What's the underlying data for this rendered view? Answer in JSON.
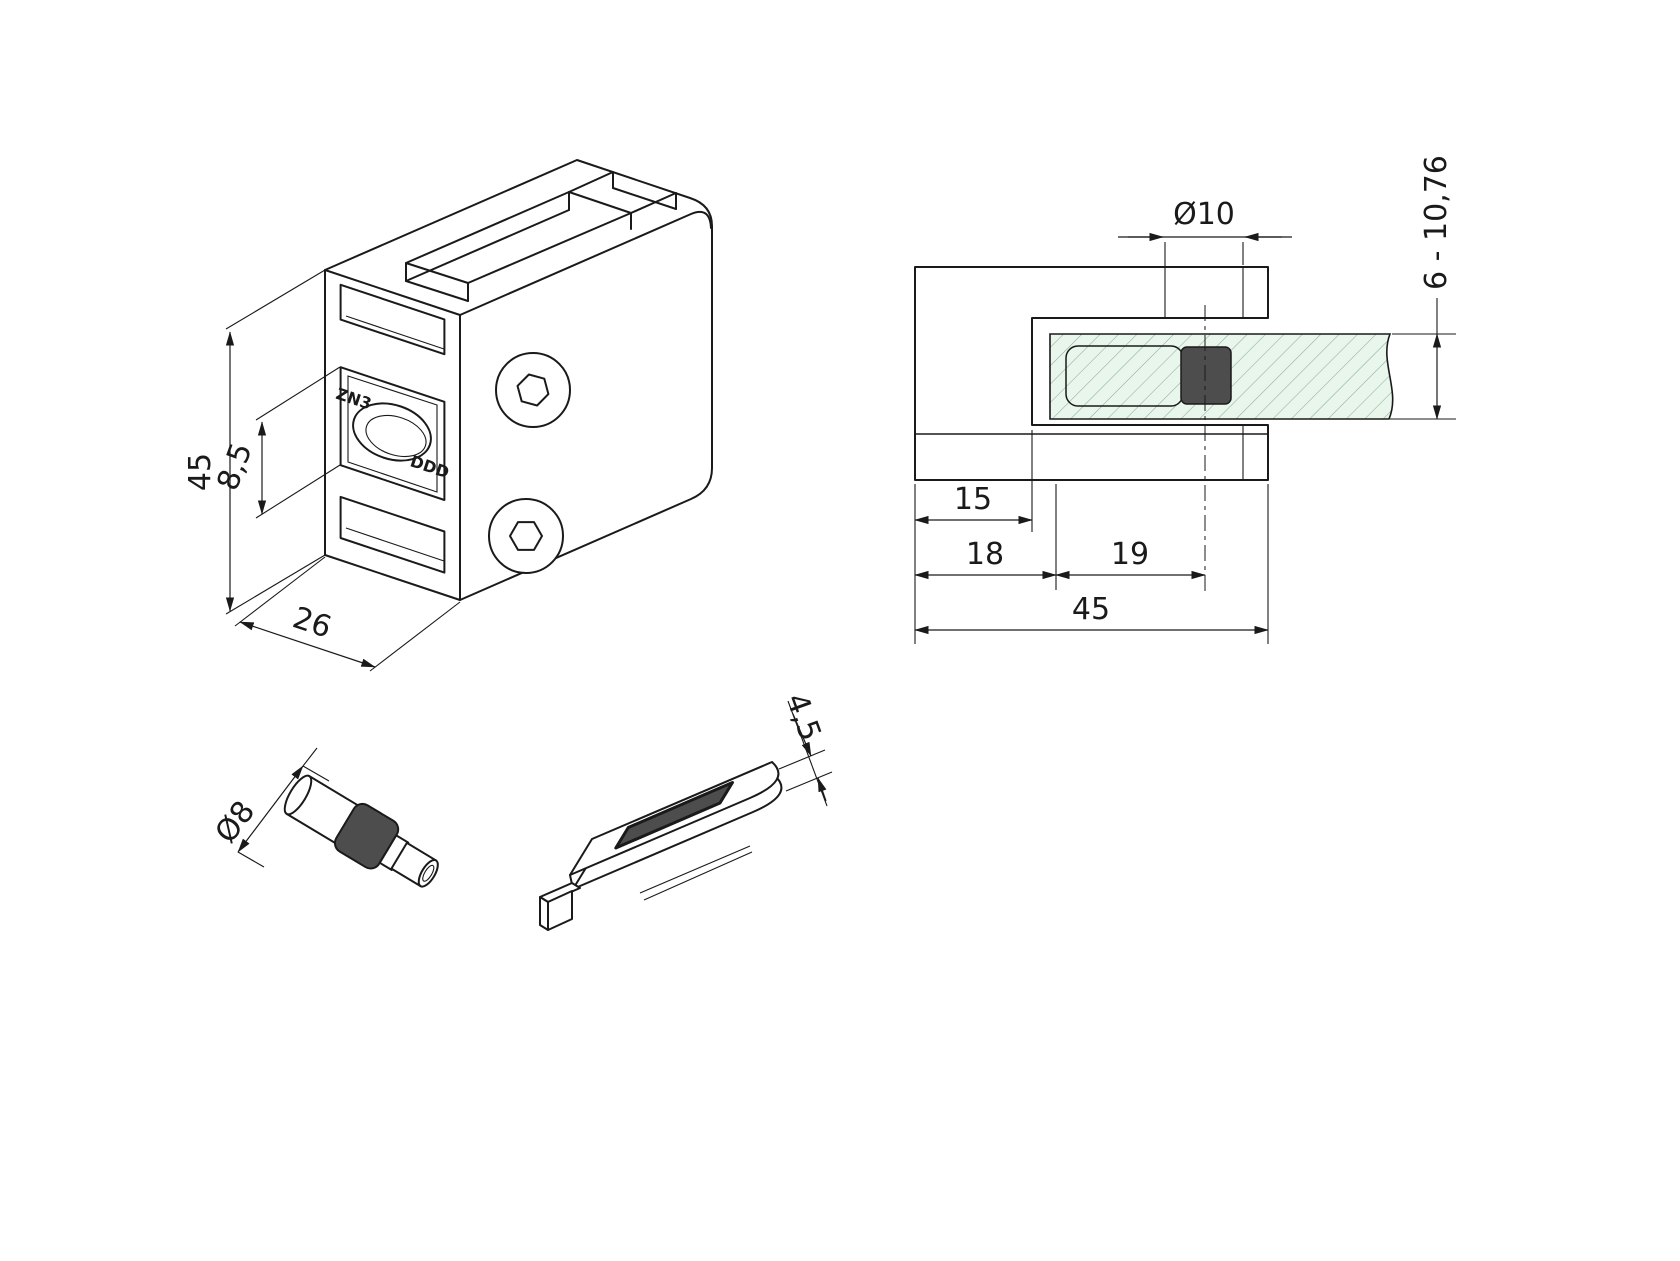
{
  "drawing": {
    "type": "technical-drawing",
    "subject": "glass clamp fitting with rubber pin and gasket inlay",
    "views": {
      "isometric": {
        "dim_height": "45",
        "dim_pocket": "8,5",
        "dim_depth": "26",
        "marking_top": "ZN3",
        "marking_bottom": "DDD"
      },
      "section": {
        "dim_hole": "Ø10",
        "dim_glass_range": "6 - 10,76",
        "dim_15": "15",
        "dim_18": "18",
        "dim_19": "19",
        "dim_45": "45"
      },
      "pin": {
        "dim_diameter": "Ø8"
      },
      "gasket": {
        "dim_thickness": "4,5"
      }
    },
    "colors": {
      "line": "#1a1a1a",
      "glass_fill": "#e9f6ec",
      "glass_hatch": "#8cae98",
      "rubber": "#4d4d4d"
    }
  }
}
